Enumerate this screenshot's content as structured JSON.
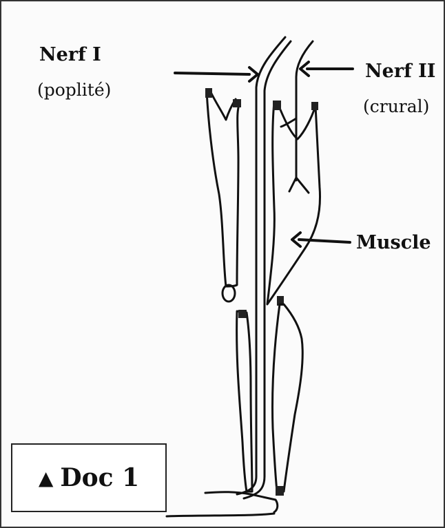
{
  "labels": {
    "nerf1_name": "Nerf I",
    "nerf1_sub": "(poplité)",
    "nerf2_name": "Nerf II",
    "nerf2_sub": "(crural)",
    "muscle": "Muscle"
  },
  "doc": {
    "symbol": "▲",
    "title": "Doc 1"
  }
}
